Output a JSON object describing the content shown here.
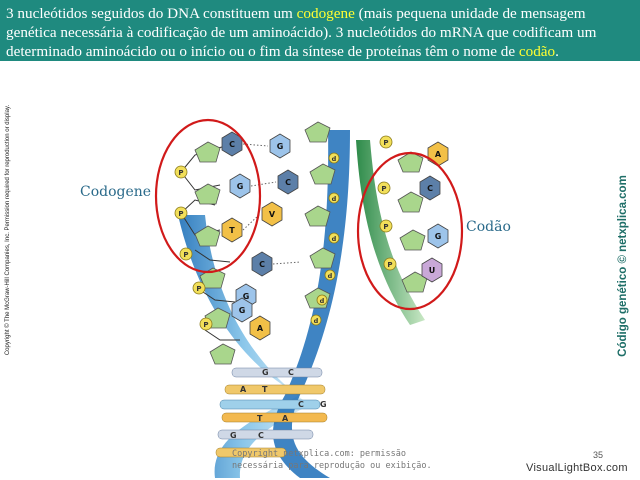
{
  "header": {
    "part1": "3 nucleótidos seguidos do DNA constituem um ",
    "highlight1": "codogene",
    "part2": " (mais pequena unidade de mensagem genética necessária à codificação de um aminoácido). 3 nucleótidos do mRNA que codificam um determinado aminoácido ou o início ou o fim da síntese de proteínas têm o nome de ",
    "highlight2": "codão",
    "part3": ".",
    "bg_color": "#1f8a7f",
    "highlight_color": "#ffff33"
  },
  "side_copyright": "Copyright © The McGraw-Hill Companies, Inc. Permission required for reproduction or display.",
  "side_brand": "Código genético © netxplica.com",
  "figure": {
    "codogene_label": "Codogene",
    "codao_label": "Codão",
    "dna_bases_left": [
      "C",
      "G",
      "T",
      "C",
      "G",
      "A",
      "G"
    ],
    "dna_bases_right": [
      "G",
      "C",
      "V"
    ],
    "mrna_bases": [
      "A",
      "C",
      "G",
      "U"
    ],
    "phosphate": "P",
    "deoxyribose": "d",
    "helix_pairs": [
      {
        "left": "G",
        "right": "C"
      },
      {
        "left": "A",
        "right": "T"
      },
      {
        "left": "C",
        "right": "G"
      },
      {
        "left": "T",
        "right": "A"
      },
      {
        "left": "G",
        "right": "C"
      }
    ]
  },
  "footer": {
    "copy_line1": "Copyright netxplica.com: permissão",
    "copy_line2": "necessária para reprodução ou exibição.",
    "page_number": "35"
  },
  "watermark": "VisualLightBox.com"
}
